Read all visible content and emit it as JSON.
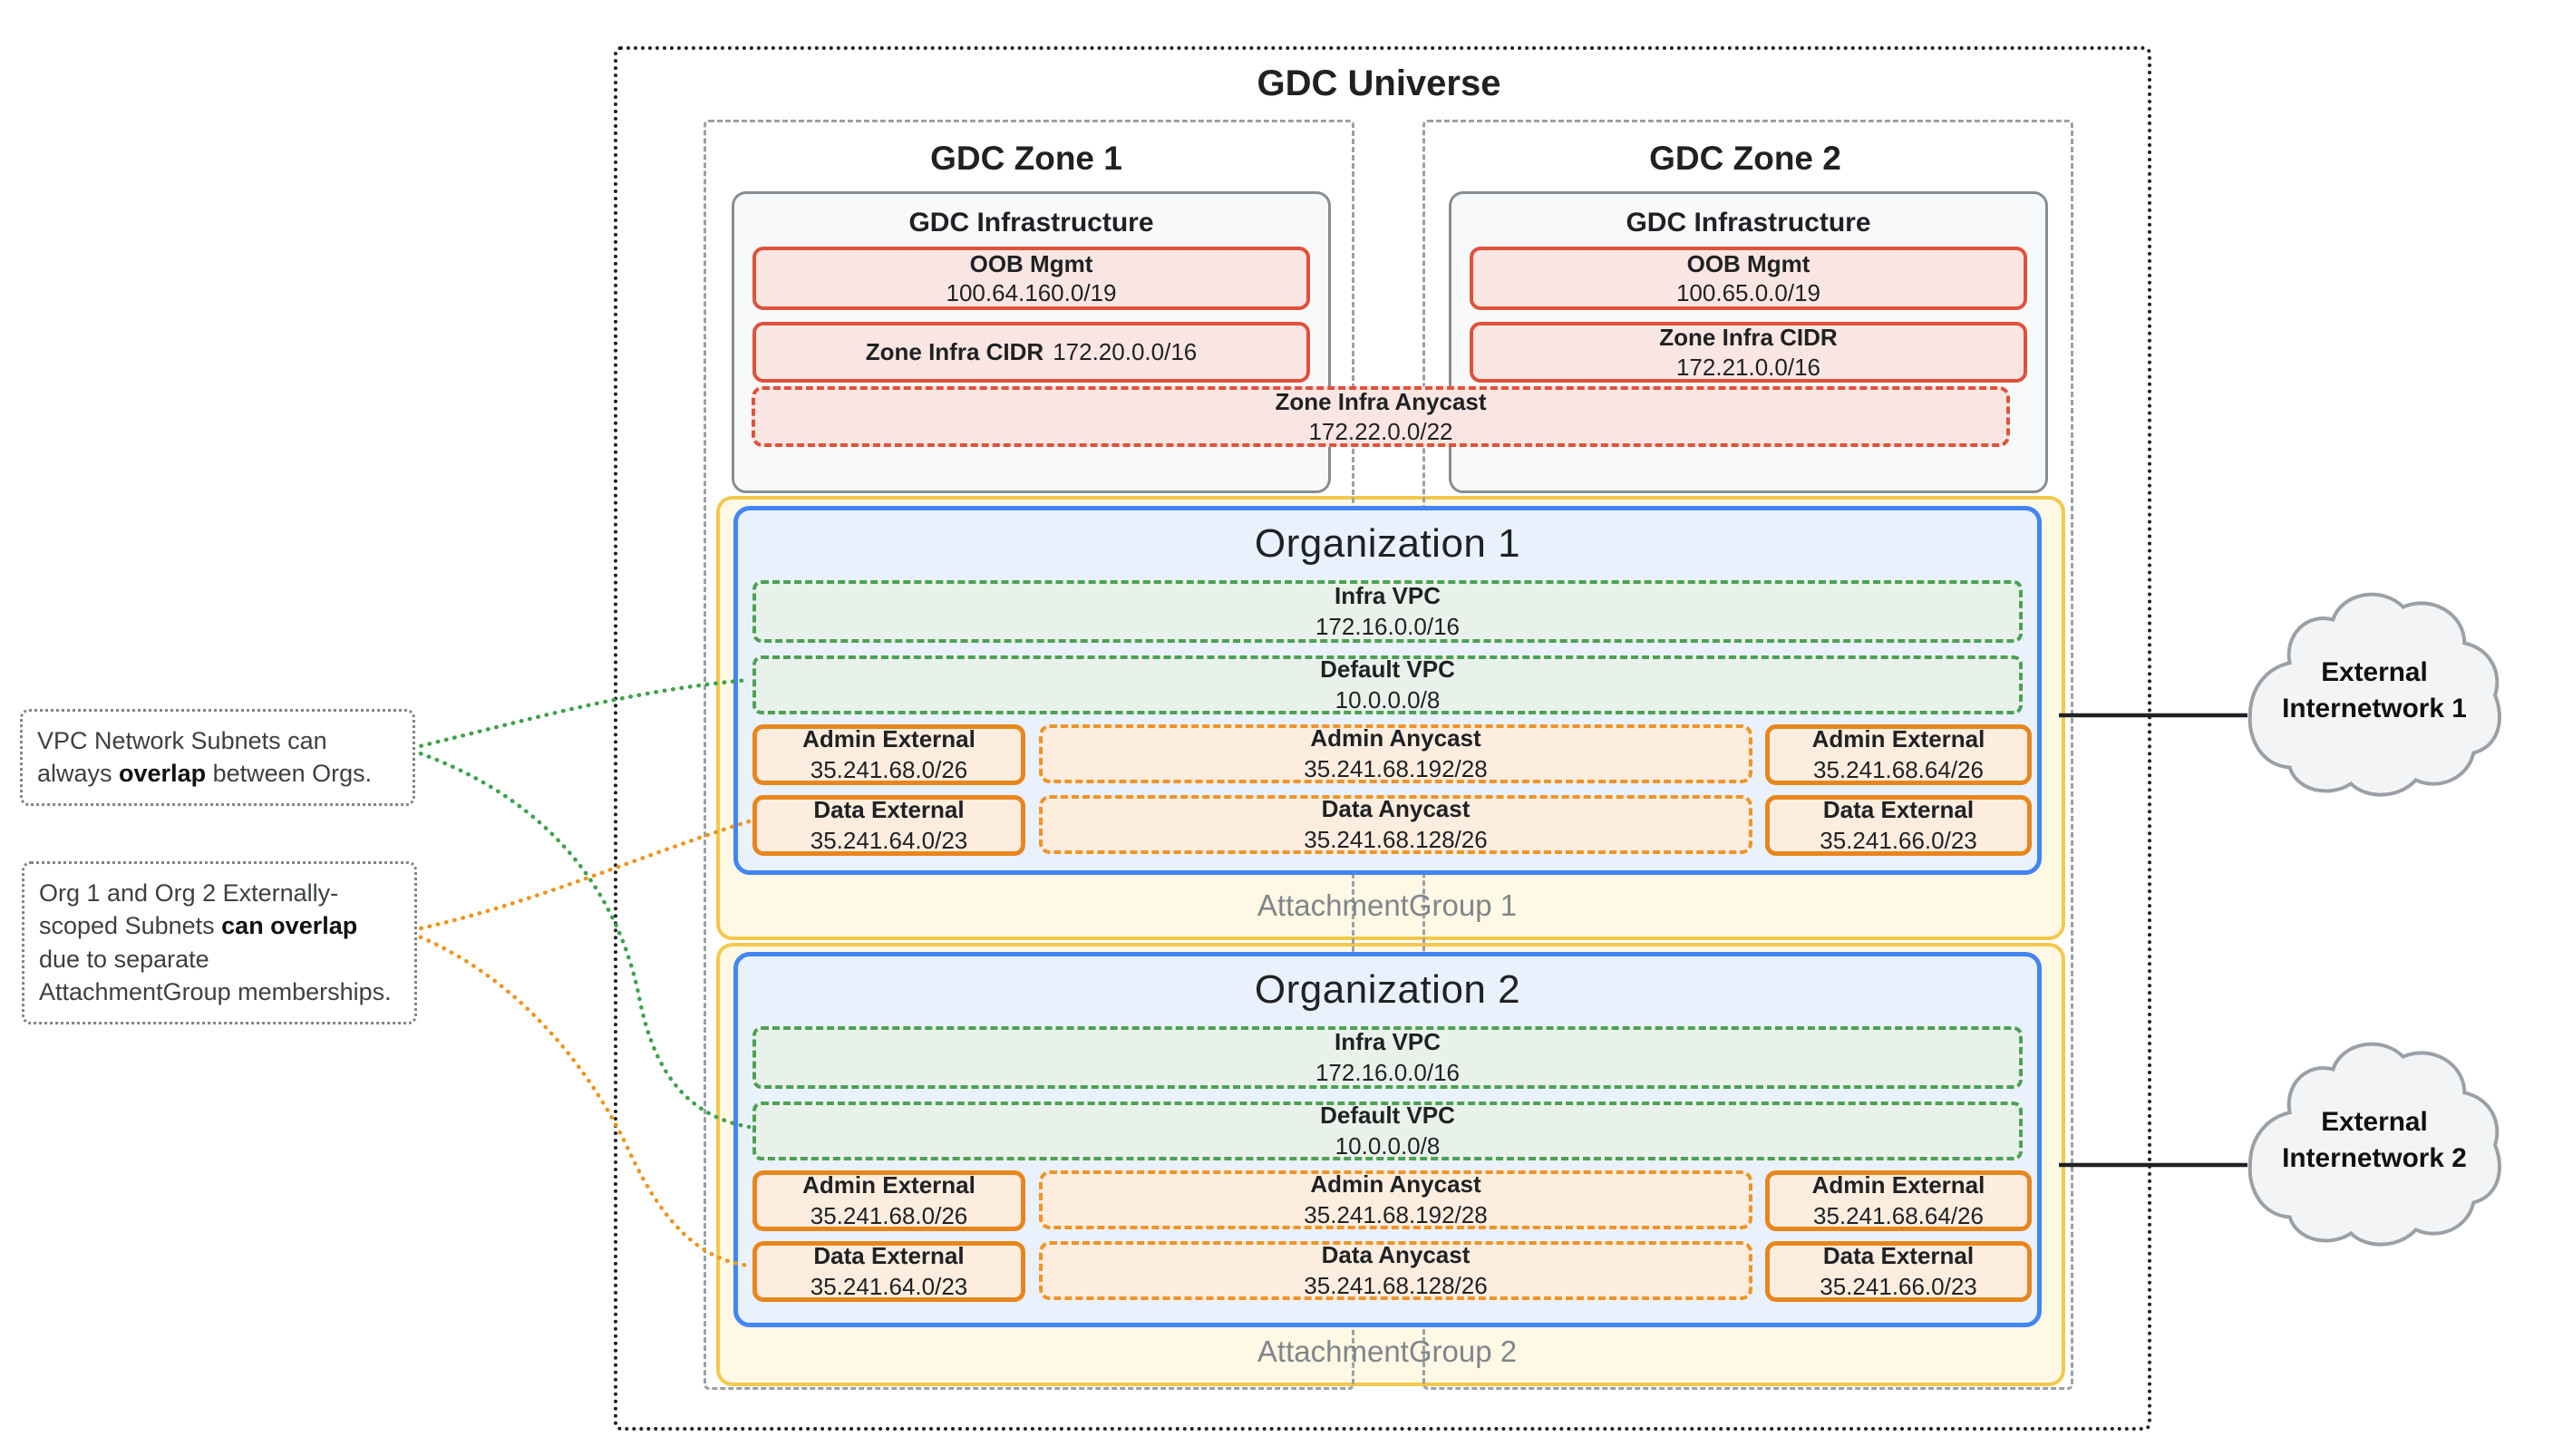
{
  "title": "GDC Universe",
  "zones": [
    {
      "title": "GDC Zone 1",
      "infrastructure_title": "GDC Infrastructure",
      "oob": {
        "label": "OOB Mgmt",
        "cidr": "100.64.160.0/19"
      },
      "infra_cidr": {
        "label": "Zone Infra CIDR",
        "cidr": "172.20.0.0/16"
      }
    },
    {
      "title": "GDC Zone 2",
      "infrastructure_title": "GDC Infrastructure",
      "oob": {
        "label": "OOB Mgmt",
        "cidr": "100.65.0.0/19"
      },
      "infra_cidr": {
        "label": "Zone Infra CIDR",
        "cidr": "172.21.0.0/16"
      }
    }
  ],
  "anycast": {
    "label": "Zone Infra Anycast",
    "cidr": "172.22.0.0/22"
  },
  "organizations": [
    {
      "title": "Organization 1",
      "attachment_group": "AttachmentGroup 1",
      "vpcs": [
        {
          "label": "Infra VPC",
          "cidr": "172.16.0.0/16"
        },
        {
          "label": "Default VPC",
          "cidr": "10.0.0.0/8"
        }
      ],
      "subnets": {
        "admin": [
          {
            "label": "Admin External",
            "cidr": "35.241.68.0/26"
          },
          {
            "label": "Admin Anycast",
            "cidr": "35.241.68.192/28"
          },
          {
            "label": "Admin External",
            "cidr": "35.241.68.64/26"
          }
        ],
        "data": [
          {
            "label": "Data External",
            "cidr": "35.241.64.0/23"
          },
          {
            "label": "Data Anycast",
            "cidr": "35.241.68.128/26"
          },
          {
            "label": "Data External",
            "cidr": "35.241.66.0/23"
          }
        ]
      }
    },
    {
      "title": "Organization 2",
      "attachment_group": "AttachmentGroup 2",
      "vpcs": [
        {
          "label": "Infra VPC",
          "cidr": "172.16.0.0/16"
        },
        {
          "label": "Default VPC",
          "cidr": "10.0.0.0/8"
        }
      ],
      "subnets": {
        "admin": [
          {
            "label": "Admin External",
            "cidr": "35.241.68.0/26"
          },
          {
            "label": "Admin Anycast",
            "cidr": "35.241.68.192/28"
          },
          {
            "label": "Admin External",
            "cidr": "35.241.68.64/26"
          }
        ],
        "data": [
          {
            "label": "Data External",
            "cidr": "35.241.64.0/23"
          },
          {
            "label": "Data Anycast",
            "cidr": "35.241.68.128/26"
          },
          {
            "label": "Data External",
            "cidr": "35.241.66.0/23"
          }
        ]
      }
    }
  ],
  "clouds": [
    {
      "line1": "External",
      "line2": "Internetwork 1"
    },
    {
      "line1": "External",
      "line2": "Internetwork 2"
    }
  ],
  "annotations": [
    {
      "pre": "VPC Network Subnets can always ",
      "bold": "overlap",
      "post": " between Orgs."
    },
    {
      "pre": "Org 1 and Org 2 Externally-scoped Subnets ",
      "bold": "can overlap",
      "post": " due to separate AttachmentGroup memberships."
    }
  ],
  "colors": {
    "universe-border": "#1F1F1F",
    "zone-border": "#9AA0A6",
    "infra-fill": "#F7F9FA",
    "infra-border": "#868D93",
    "red-border": "#E0513B",
    "red-fill": "#F9E6E2",
    "green-border": "#4CA154",
    "green-fill": "#E9F2EA",
    "orange-border": "#E8861C",
    "orange-dashed-border": "#EE9428",
    "orange-fill": "#FCEDDF",
    "blue-border": "#4285F4",
    "blue-fill": "#E9F1FD",
    "yellow-border": "#F3C84B",
    "yellow-fill": "#FEF8E4",
    "muted-text": "#80868B",
    "note-text": "#3C4043",
    "note-border": "#7E858B",
    "cloud-fill": "#F2F4F6",
    "cloud-border": "#9AA0A6",
    "green-line": "#3EA24B",
    "orange-line": "#F0941F",
    "black-line": "#202124"
  }
}
